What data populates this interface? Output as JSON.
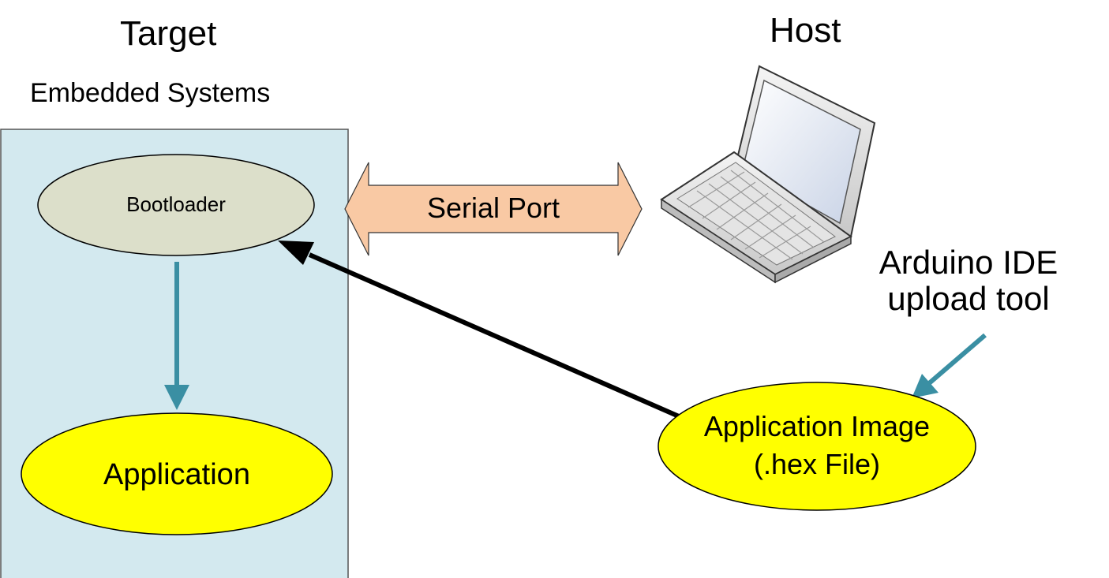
{
  "target": {
    "title": "Target",
    "subtitle": "Embedded Systems"
  },
  "host": {
    "title": "Host",
    "device_icon": "laptop-icon"
  },
  "nodes": {
    "bootloader": "Bootloader",
    "application": "Application",
    "image_line1": "Application Image",
    "image_line2": "(.hex File)"
  },
  "link": {
    "label": "Serial Port"
  },
  "tool": {
    "label": "Arduino IDE upload tool"
  },
  "colors": {
    "target_panel": "#d3e9ef",
    "bootloader_fill": "#dcdfca",
    "app_fill": "#ffff00",
    "serial_arrow": "#f9c9a4",
    "flow_arrow": "#3a8fa3",
    "upload_arrow": "#000000"
  }
}
